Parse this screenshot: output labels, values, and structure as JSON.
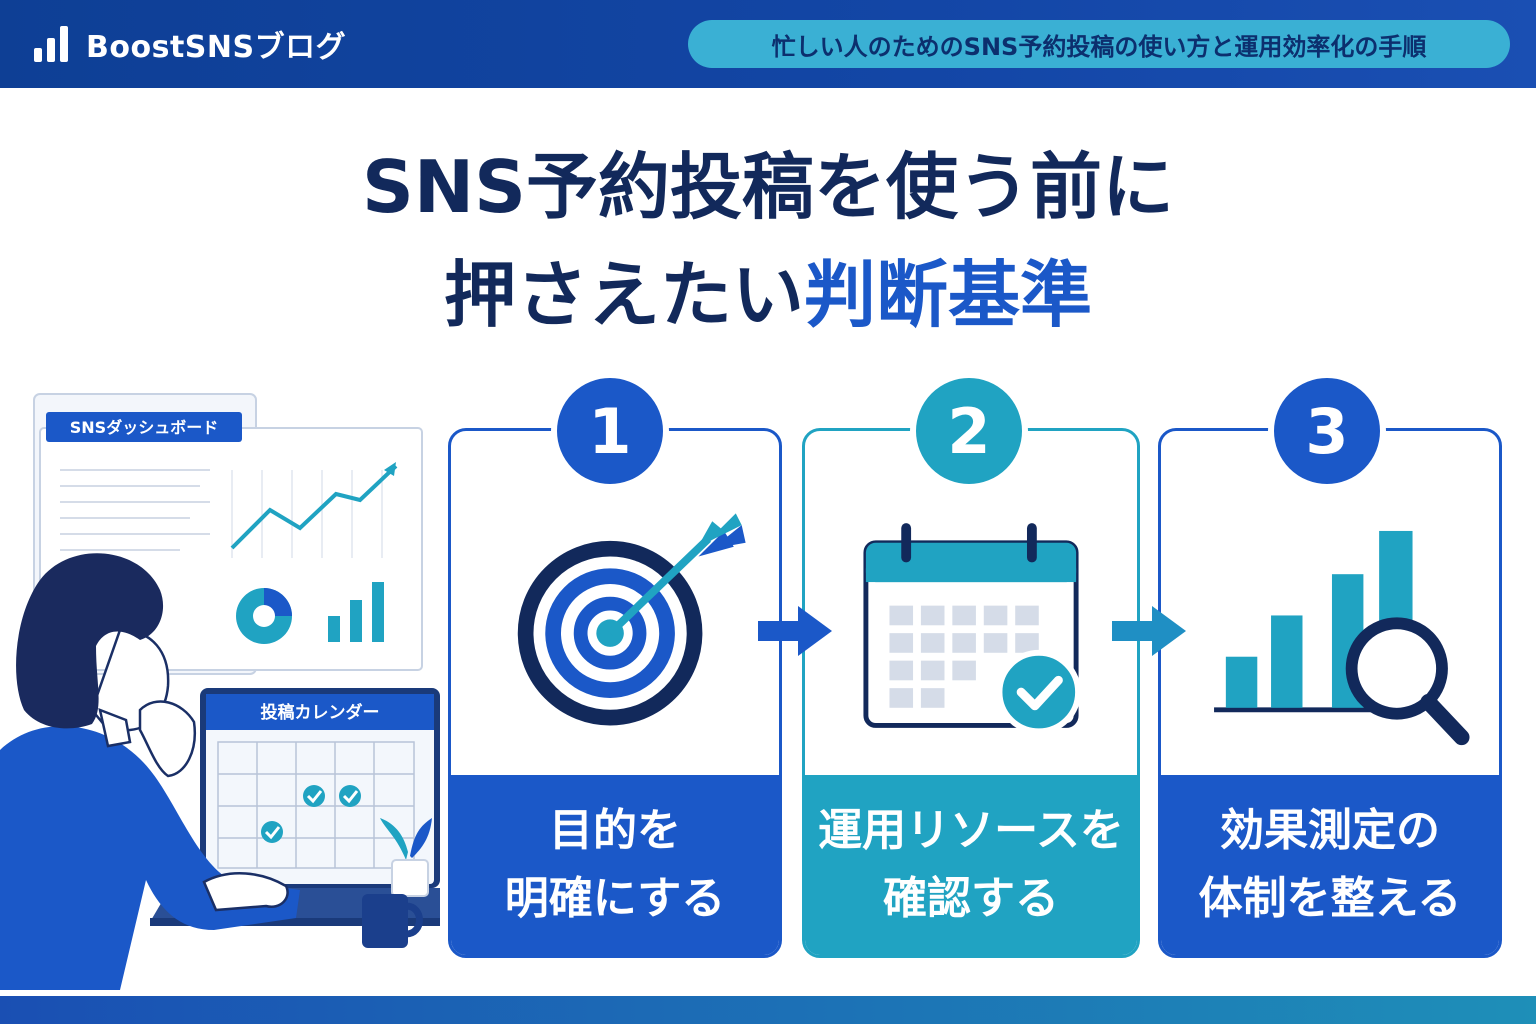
{
  "header": {
    "brand": "BoostSNSブログ",
    "tagline": "忙しい人のためのSNS予約投稿の使い方と運用効率化の手順"
  },
  "headline": {
    "line1": "SNS予約投稿を使う前に",
    "line2_prefix": "押さえたい",
    "line2_highlight": "判断基準"
  },
  "illustration": {
    "dashboard_label": "SNSダッシュボード",
    "calendar_label": "投稿カレンダー"
  },
  "steps": [
    {
      "number": "1",
      "line1": "目的を",
      "line2": "明確にする",
      "icon": "target-icon"
    },
    {
      "number": "2",
      "line1": "運用リソースを",
      "line2": "確認する",
      "icon": "calendar-check-icon"
    },
    {
      "number": "3",
      "line1": "効果測定の",
      "line2": "体制を整える",
      "icon": "chart-magnifier-icon"
    }
  ],
  "colors": {
    "header_bg": "#0e3f95",
    "pill_bg": "#3ab0d4",
    "title_text": "#12295b",
    "highlight": "#1b58c8",
    "step1": "#1b58c8",
    "step2": "#20a3c2",
    "step3": "#1b58c8"
  }
}
